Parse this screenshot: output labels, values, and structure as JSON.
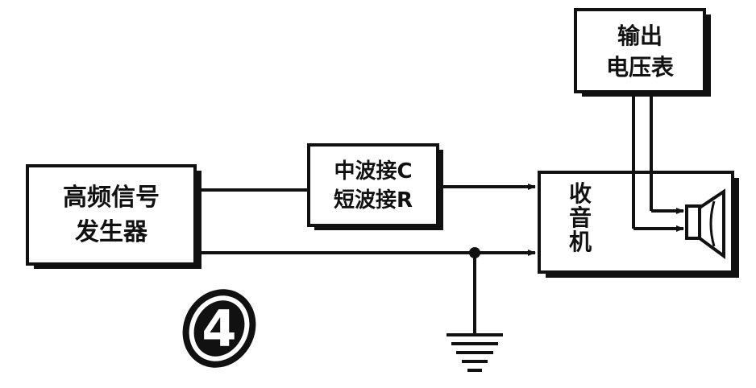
{
  "diagram": {
    "generator_line1": "高频信号",
    "generator_line2": "发生器",
    "filter_line1": "中波接C",
    "filter_line2": "短波接R",
    "radio_line1": "收",
    "radio_line2": "音",
    "radio_line3": "机",
    "meter_line1": "输出",
    "meter_line2": "电压表",
    "figure_number": "4"
  },
  "colors": {
    "ink": "#111111",
    "paper": "#ffffff"
  }
}
